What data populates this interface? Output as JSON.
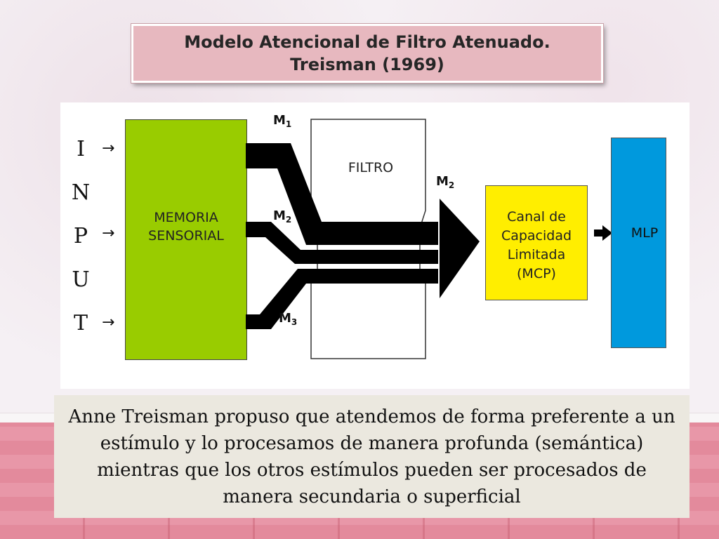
{
  "title": {
    "line1": "Modelo Atencional de Filtro Atenuado.",
    "line2": "Treisman (1969)"
  },
  "input_letters": [
    "I",
    "N",
    "P",
    "U",
    "T"
  ],
  "input_arrow": "→",
  "memoria": {
    "line1": "MEMORIA",
    "line2": "SENSORIAL"
  },
  "filtro": "FILTRO",
  "channels": [
    {
      "base": "M",
      "sub": "1"
    },
    {
      "base": "M",
      "sub": "2"
    },
    {
      "base": "M",
      "sub": "3"
    },
    {
      "base": "M",
      "sub": "2"
    }
  ],
  "mcp": {
    "line1": "Canal de",
    "line2": "Capacidad",
    "line3": "Limitada",
    "line4": "(MCP)"
  },
  "mlp": "MLP",
  "colors": {
    "memoria": "#99cc00",
    "mcp": "#ffee00",
    "mlp": "#0099dd",
    "title_bg": "#e7b8bf"
  },
  "description": "Anne Treisman propuso que atendemos  de forma  preferente a un estímulo y lo procesamos de manera profunda (semántica) mientras que los otros estímulos pueden ser procesados de manera secundaria o superficial"
}
